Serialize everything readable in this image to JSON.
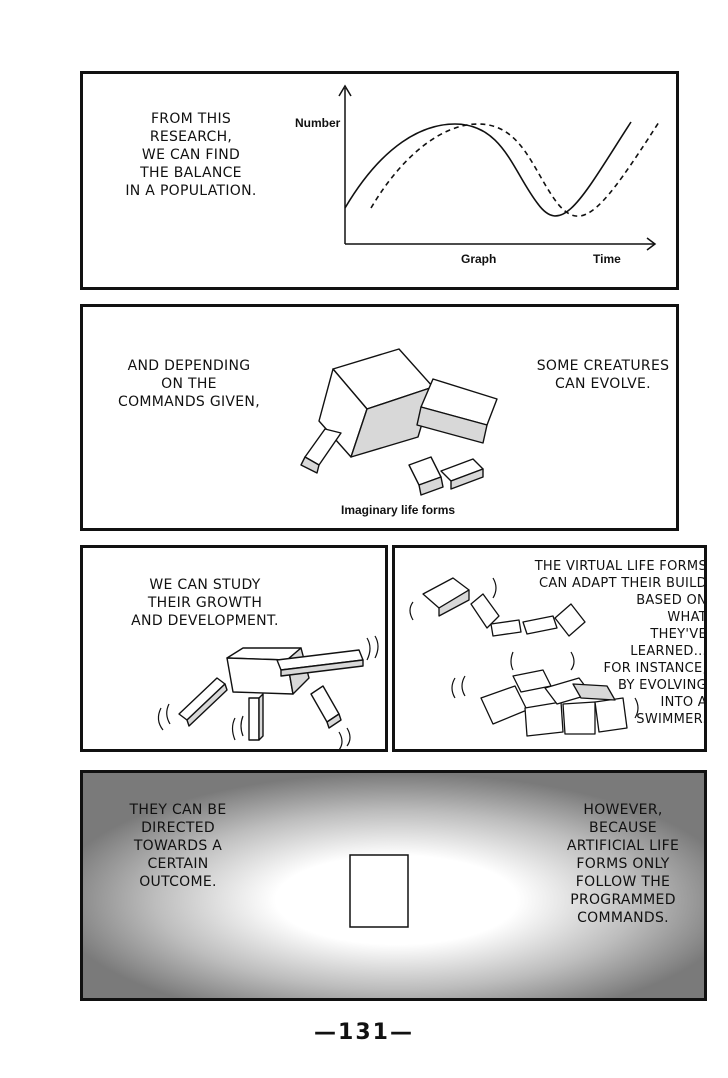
{
  "panel1": {
    "caption": "FROM THIS\nRESEARCH,\nWE CAN FIND\nTHE BALANCE\nIN A POPULATION.",
    "graph": {
      "y_label": "Number",
      "x_label": "Time",
      "caption": "Graph"
    }
  },
  "panel2": {
    "caption_left": "AND DEPENDING\nON THE\nCOMMANDS GIVEN,",
    "caption_right": "SOME CREATURES\nCAN EVOLVE.",
    "figure_label": "Imaginary life forms"
  },
  "panel3": {
    "caption": "WE CAN STUDY\nTHEIR GROWTH\nAND DEVELOPMENT."
  },
  "panel4": {
    "caption_top": "THE VIRTUAL LIFE FORMS\nCAN ADAPT THEIR BUILD\nBASED ON\nWHAT\nTHEY'VE\nLEARNED...",
    "caption_bottom": "FOR INSTANCE,\nBY EVOLVING\nINTO A\nSWIMMER."
  },
  "panel5": {
    "caption_left": "THEY CAN BE\nDIRECTED\nTOWARDS A\nCERTAIN\nOUTCOME.",
    "caption_right": "HOWEVER,\nBECAUSE\nARTIFICIAL LIFE\nFORMS ONLY\nFOLLOW THE\nPROGRAMMED\nCOMMANDS."
  },
  "page_number": "—131—"
}
